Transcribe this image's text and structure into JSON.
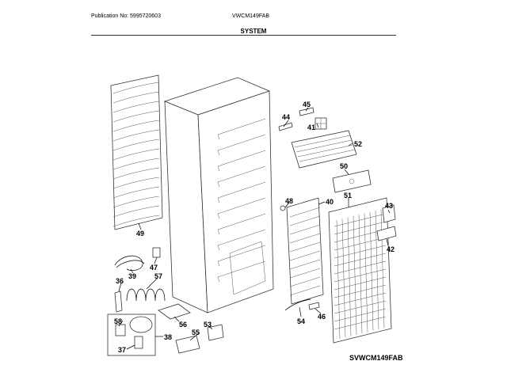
{
  "header": {
    "publication": "Publication No: 5995720603",
    "model": "VWCM149FAB",
    "section": "SYSTEM"
  },
  "footer": {
    "diagram_code": "SVWCM149FAB"
  },
  "callouts": {
    "p36": "36",
    "p37": "37",
    "p38": "38",
    "p39": "39",
    "p40": "40",
    "p41": "41",
    "p42": "42",
    "p43": "43",
    "p44": "44",
    "p45": "45",
    "p46": "46",
    "p47": "47",
    "p48": "48",
    "p49": "49",
    "p50": "50",
    "p51": "51",
    "p52": "52",
    "p53": "53",
    "p54": "54",
    "p55": "55",
    "p56": "56",
    "p57": "57",
    "p58": "58"
  }
}
